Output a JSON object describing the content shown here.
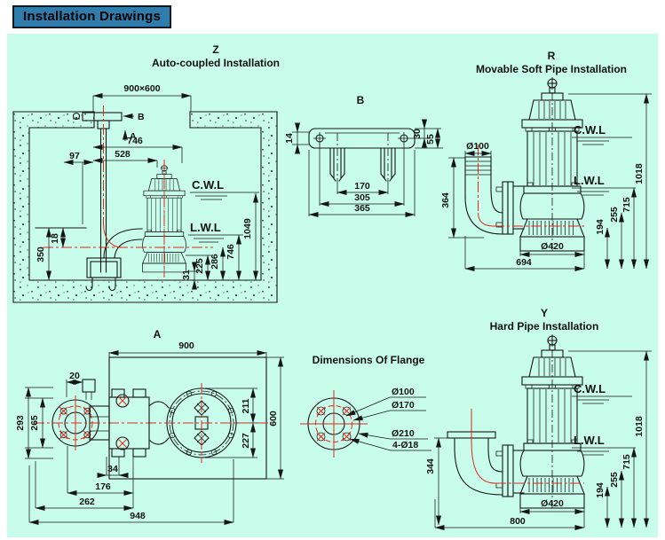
{
  "page": {
    "title": "Installation Drawings"
  },
  "colors": {
    "background": "#c9fdeb",
    "title_bg": "#2e7dac",
    "line": "#161616",
    "accent_red": "#d92b1c"
  },
  "sections": {
    "z": {
      "code": "Z",
      "title": "Auto-coupled Installation",
      "labels": {
        "hatch": "900×600",
        "view_b": "B",
        "view_a": "A",
        "d746_top": "746",
        "d528": "528",
        "d97": "97",
        "d18": "18",
        "d350": "350",
        "cwl": "C.W.L",
        "lwl": "L.W.L",
        "d1049": "1049",
        "d746_right": "746",
        "d286": "286",
        "d225": "225",
        "d31": "31"
      }
    },
    "b": {
      "code": "B",
      "labels": {
        "d14": "14",
        "d30": "30",
        "d55": "55",
        "d170": "170",
        "d305": "305",
        "d365": "365"
      }
    },
    "r": {
      "code": "R",
      "title": "Movable Soft Pipe Installation",
      "labels": {
        "d100": "Ø100",
        "d364": "364",
        "cwl": "C.W.L",
        "lwl": "L.W.L",
        "d1018": "1018",
        "d715": "715",
        "d255": "255",
        "d194": "194",
        "d420": "Ø420",
        "d694": "694"
      }
    },
    "a": {
      "code": "A",
      "labels": {
        "d900": "900",
        "d20": "20",
        "d293": "293",
        "d265": "265",
        "d211": "211",
        "d227": "227",
        "d600": "600",
        "d34": "34",
        "d176": "176",
        "d262": "262",
        "d948": "948"
      }
    },
    "flange": {
      "title": "Dimensions Of Flange",
      "labels": {
        "d100": "Ø100",
        "d170": "Ø170",
        "d210": "Ø210",
        "holes": "4-Ø18"
      }
    },
    "y": {
      "code": "Y",
      "title": "Hard Pipe Installation",
      "labels": {
        "d344": "344",
        "cwl": "C.W.L",
        "lwl": "L.W.L",
        "d1018": "1018",
        "d715": "715",
        "d255": "255",
        "d194": "194",
        "d420": "Ø420",
        "d800": "800"
      }
    }
  }
}
